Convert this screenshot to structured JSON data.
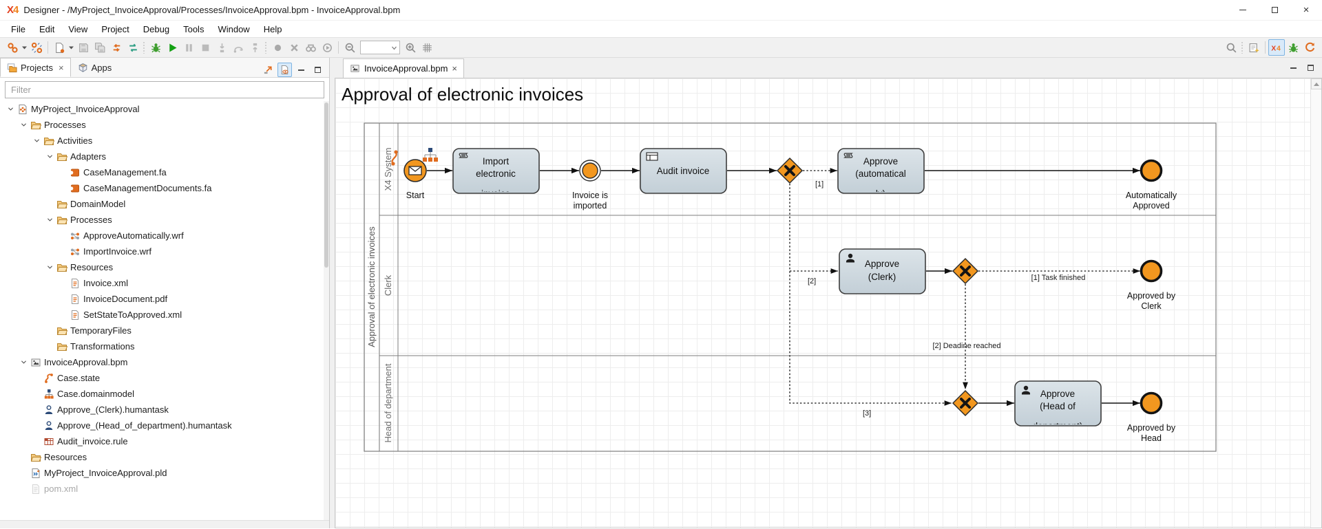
{
  "window": {
    "logo": "X4",
    "title": "Designer - /MyProject_InvoiceApproval/Processes/InvoiceApproval.bpm - InvoiceApproval.bpm"
  },
  "menus": [
    "File",
    "Edit",
    "View",
    "Project",
    "Debug",
    "Tools",
    "Window",
    "Help"
  ],
  "toolbar": {
    "zoom_value": "",
    "left": [
      {
        "name": "link",
        "type": "icon"
      },
      {
        "type": "caret"
      },
      {
        "name": "unlink",
        "type": "icon"
      },
      {
        "type": "sep"
      },
      {
        "name": "new-file",
        "type": "icon"
      },
      {
        "type": "caret"
      },
      {
        "name": "save",
        "type": "icon"
      },
      {
        "name": "save-all",
        "type": "icon"
      },
      {
        "name": "sync",
        "type": "icon"
      },
      {
        "name": "compare",
        "type": "icon"
      },
      {
        "type": "dots"
      },
      {
        "name": "debug",
        "type": "icon"
      },
      {
        "name": "run",
        "type": "icon"
      },
      {
        "name": "pause",
        "type": "icon"
      },
      {
        "name": "stop",
        "type": "icon"
      },
      {
        "name": "step-into",
        "type": "icon"
      },
      {
        "name": "step-over",
        "type": "icon"
      },
      {
        "name": "step-return",
        "type": "icon"
      },
      {
        "type": "dots"
      },
      {
        "name": "record",
        "type": "icon"
      },
      {
        "name": "terminate",
        "type": "icon"
      },
      {
        "name": "inspect",
        "type": "icon"
      },
      {
        "name": "resume",
        "type": "icon"
      },
      {
        "type": "sep"
      },
      {
        "name": "zoom-out",
        "type": "icon"
      },
      {
        "name": "zoom-level",
        "type": "combo"
      },
      {
        "name": "zoom-in",
        "type": "icon"
      },
      {
        "name": "grid",
        "type": "icon"
      }
    ],
    "right": [
      {
        "name": "search",
        "type": "icon"
      },
      {
        "type": "dots"
      },
      {
        "name": "task-board",
        "type": "icon"
      },
      {
        "type": "sep"
      },
      {
        "name": "x4-perspective",
        "type": "icon",
        "selected": true
      },
      {
        "name": "debug-perspective",
        "type": "icon"
      },
      {
        "name": "refresh",
        "type": "icon"
      }
    ]
  },
  "sidebar": {
    "tabs": [
      {
        "label": "Projects",
        "icon": "projects",
        "active": true,
        "closable": true
      },
      {
        "label": "Apps",
        "icon": "apps",
        "active": false,
        "closable": false
      }
    ],
    "filter_placeholder": "Filter",
    "tree": [
      {
        "level": 0,
        "icon": "project",
        "label": "MyProject_InvoiceApproval",
        "expanded": true
      },
      {
        "level": 1,
        "icon": "folder",
        "label": "Processes",
        "expanded": true
      },
      {
        "level": 2,
        "icon": "folder",
        "label": "Activities",
        "expanded": true
      },
      {
        "level": 3,
        "icon": "folder",
        "label": "Adapters",
        "expanded": true
      },
      {
        "level": 4,
        "icon": "adapter",
        "label": "CaseManagement.fa"
      },
      {
        "level": 4,
        "icon": "adapter",
        "label": "CaseManagementDocuments.fa"
      },
      {
        "level": 3,
        "icon": "folder",
        "label": "DomainModel"
      },
      {
        "level": 3,
        "icon": "folder",
        "label": "Processes",
        "expanded": true
      },
      {
        "level": 4,
        "icon": "wrf",
        "label": "ApproveAutomatically.wrf"
      },
      {
        "level": 4,
        "icon": "wrf",
        "label": "ImportInvoice.wrf"
      },
      {
        "level": 3,
        "icon": "folder",
        "label": "Resources",
        "expanded": true
      },
      {
        "level": 4,
        "icon": "doc",
        "label": "Invoice.xml"
      },
      {
        "level": 4,
        "icon": "doc",
        "label": "InvoiceDocument.pdf"
      },
      {
        "level": 4,
        "icon": "doc",
        "label": "SetStateToApproved.xml"
      },
      {
        "level": 3,
        "icon": "folder",
        "label": "TemporaryFiles"
      },
      {
        "level": 3,
        "icon": "folder",
        "label": "Transformations"
      },
      {
        "level": 1,
        "icon": "bpm",
        "label": "InvoiceApproval.bpm",
        "expanded": true
      },
      {
        "level": 2,
        "icon": "state",
        "label": "Case.state"
      },
      {
        "level": 2,
        "icon": "domainmodel",
        "label": "Case.domainmodel"
      },
      {
        "level": 2,
        "icon": "humantask",
        "label": "Approve_(Clerk).humantask"
      },
      {
        "level": 2,
        "icon": "humantask",
        "label": "Approve_(Head_of_department).humantask"
      },
      {
        "level": 2,
        "icon": "rule",
        "label": "Audit_invoice.rule"
      },
      {
        "level": 1,
        "icon": "folder",
        "label": "Resources"
      },
      {
        "level": 1,
        "icon": "pld",
        "label": "MyProject_InvoiceApproval.pld"
      },
      {
        "level": 1,
        "icon": "pom",
        "label": "pom.xml",
        "grayed": true
      }
    ]
  },
  "editor": {
    "tab_label": "InvoiceApproval.bpm",
    "title": "Approval of electronic invoices"
  },
  "diagram": {
    "pool": "Approval of electronic invoices",
    "lanes": [
      "X4 System",
      "Clerk",
      "Head of department"
    ],
    "start_label": "Start",
    "import_task": [
      "Import",
      "electronic",
      "invoice"
    ],
    "invoice_imported": [
      "Invoice is",
      "imported"
    ],
    "audit_task": "Audit invoice",
    "approve_auto_task": [
      "Approve",
      "(automatical",
      "ly)"
    ],
    "auto_approved": [
      "Automatically",
      "Approved"
    ],
    "approve_clerk_task": [
      "Approve",
      "(Clerk)"
    ],
    "approved_clerk": [
      "Approved by",
      "Clerk"
    ],
    "approve_head_task": [
      "Approve",
      "(Head of",
      "department)"
    ],
    "approved_head": [
      "Approved by",
      "Head"
    ],
    "flow_1": "[1]",
    "flow_2": "[2]",
    "flow_3": "[3]",
    "task_finished": "[1] Task finished",
    "deadline_reached": "[2] Deadine reached"
  },
  "colors": {
    "event_orange": "#F2971F",
    "task_fill_top": "#D9E2E7",
    "task_fill_bottom": "#C5D1D8",
    "selection_blue": "#D9EAF9",
    "logo_red": "#E3401F",
    "logo_orange": "#F0821D"
  }
}
